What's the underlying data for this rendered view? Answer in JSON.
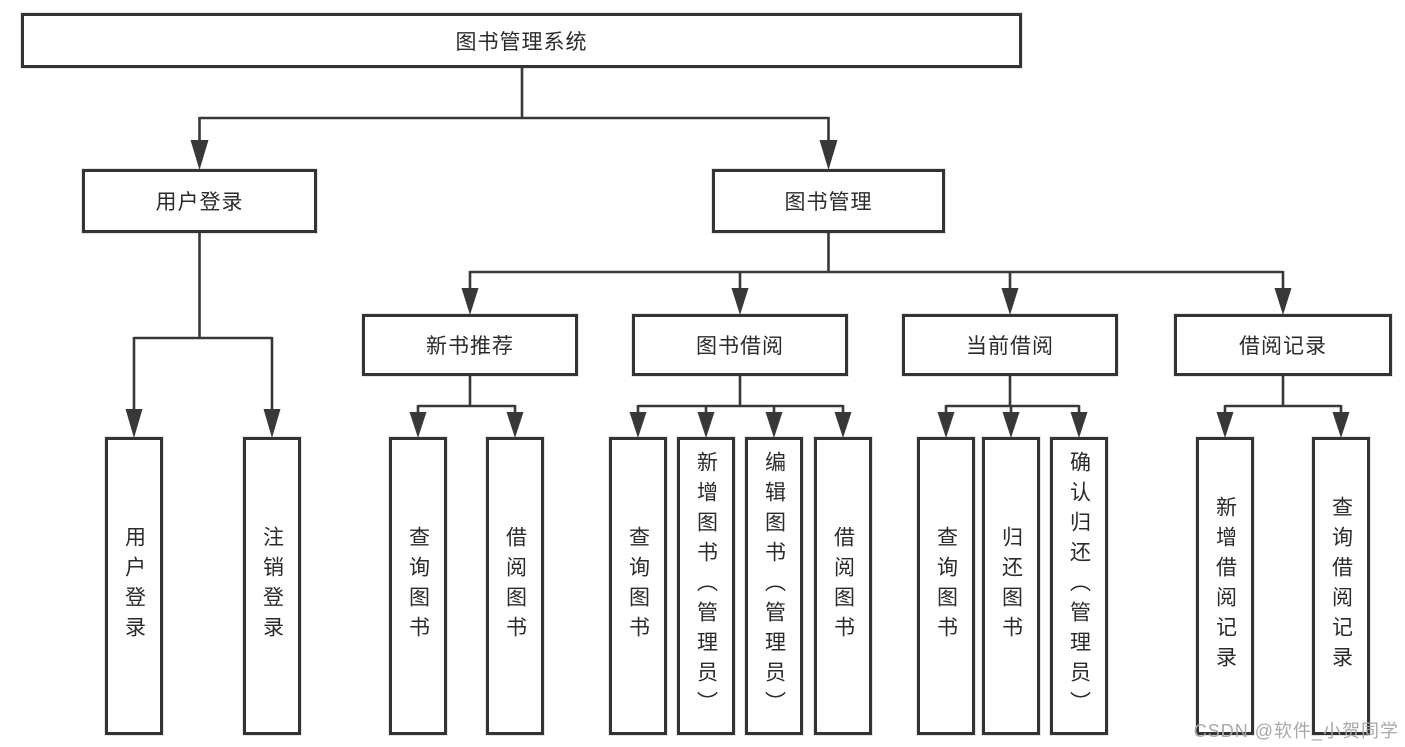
{
  "diagram": {
    "type": "hierarchy-tree",
    "root": {
      "label": "图书管理系统"
    },
    "level2": [
      {
        "label": "用户登录",
        "parent": "图书管理系统"
      },
      {
        "label": "图书管理",
        "parent": "图书管理系统"
      }
    ],
    "level3": [
      {
        "label": "新书推荐",
        "parent": "图书管理"
      },
      {
        "label": "图书借阅",
        "parent": "图书管理"
      },
      {
        "label": "当前借阅",
        "parent": "图书管理"
      },
      {
        "label": "借阅记录",
        "parent": "图书管理"
      }
    ],
    "leaves": [
      {
        "label": "用户登录",
        "parent": "用户登录"
      },
      {
        "label": "注销登录",
        "parent": "用户登录"
      },
      {
        "label": "查询图书",
        "parent": "新书推荐"
      },
      {
        "label": "借阅图书",
        "parent": "新书推荐"
      },
      {
        "label": "查询图书",
        "parent": "图书借阅"
      },
      {
        "label": "新增图书（管理员）",
        "parent": "图书借阅"
      },
      {
        "label": "编辑图书（管理员）",
        "parent": "图书借阅"
      },
      {
        "label": "借阅图书",
        "parent": "图书借阅"
      },
      {
        "label": "查询图书",
        "parent": "当前借阅"
      },
      {
        "label": "归还图书",
        "parent": "当前借阅"
      },
      {
        "label": "确认归还（管理员）",
        "parent": "当前借阅"
      },
      {
        "label": "新增借阅记录",
        "parent": "借阅记录"
      },
      {
        "label": "查询借阅记录",
        "parent": "借阅记录"
      }
    ]
  },
  "watermark": {
    "text": "CSDN @软件_小贺同学"
  },
  "colors": {
    "line": "#383838",
    "box_border": "#333333",
    "box_fill": "#ffffff",
    "text": "#2b2b2b",
    "watermark": "#a8a8a8"
  }
}
